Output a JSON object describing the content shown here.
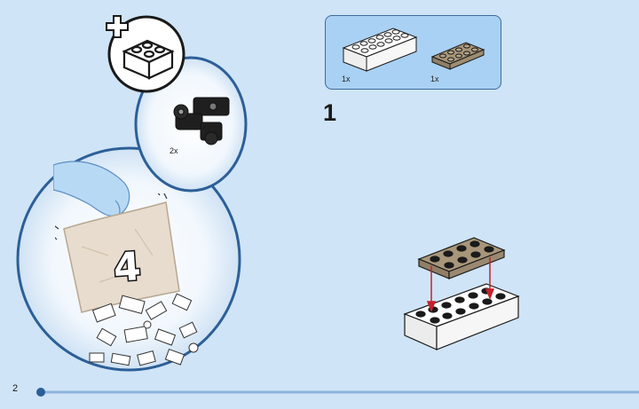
{
  "parts_list": [
    {
      "icon": "white-brick-2x6-icon",
      "qty": "1x",
      "color": "#ffffff"
    },
    {
      "icon": "brown-plate-2x4-icon",
      "qty": "1x",
      "color": "#a8967a"
    }
  ],
  "step": {
    "number": "1"
  },
  "subassembly": {
    "icon": "black-hinge-part-icon",
    "qty": "2x"
  },
  "bag": {
    "number": "4",
    "color": "#e7dccd"
  },
  "add_parts_badge": {
    "icon": "add-brick-icon"
  },
  "page": {
    "number": "2"
  },
  "colors": {
    "background": "#cfe4f6",
    "accent": "#2c5f97",
    "progress_line": "#8fb3dd"
  }
}
